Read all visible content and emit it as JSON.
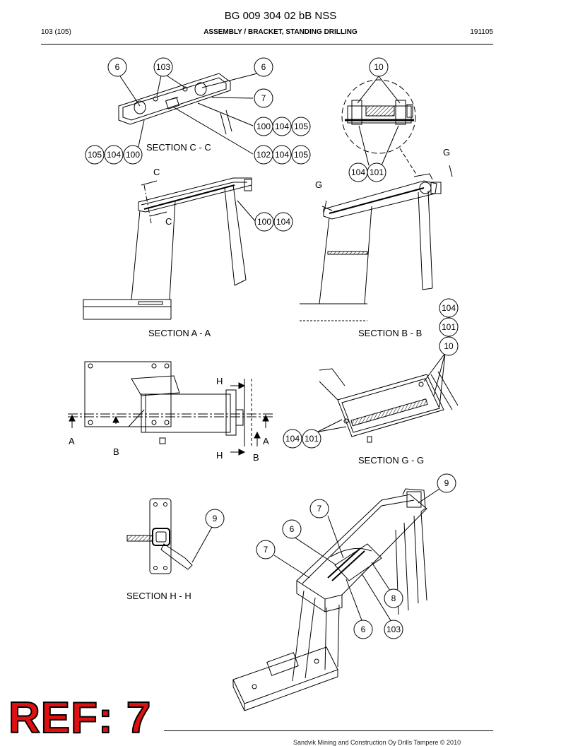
{
  "header": {
    "doc_number": "BG 009 304 02 bB NSS",
    "page": "103 (105)",
    "title": "ASSEMBLY / BRACKET, STANDING DRILLING",
    "code": "191105"
  },
  "sections": {
    "cc": "SECTION C - C",
    "aa": "SECTION A - A",
    "bb": "SECTION B - B",
    "gg": "SECTION G - G",
    "hh": "SECTION H - H"
  },
  "markers": {
    "c": "C",
    "g": "G",
    "h": "H",
    "a": "A",
    "b": "B"
  },
  "callouts": {
    "n6": "6",
    "n7": "7",
    "n8": "8",
    "n9": "9",
    "n10": "10",
    "n100": "100",
    "n101": "101",
    "n102": "102",
    "n103": "103",
    "n104": "104",
    "n105": "105"
  },
  "ref_badge": "REF: 7",
  "footer": "Sandvik Mining and Construction Oy Drills Tampere © 2010",
  "colors": {
    "ref_badge": "#e01010"
  }
}
